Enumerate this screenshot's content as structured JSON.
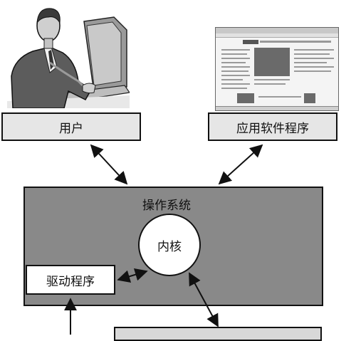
{
  "user_box": {
    "label": "用户"
  },
  "app_box": {
    "label": "应用软件程序"
  },
  "os_box": {
    "label": "操作系统"
  },
  "kernel": {
    "label": "内核"
  },
  "driver_box": {
    "label": "驱动程序"
  },
  "colors": {
    "os_fill": "#898989",
    "top_box_fill": "#e6e6e6",
    "kernel_fill": "#ffffff",
    "outline": "#111111"
  }
}
